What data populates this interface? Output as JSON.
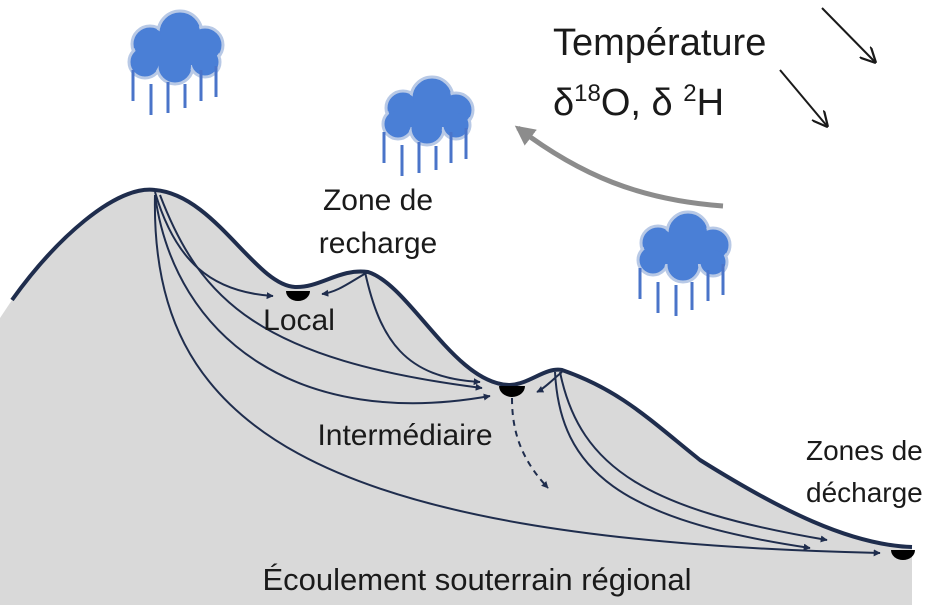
{
  "labels": {
    "temperature": "Température",
    "isotope_delta18o_prefix": "δ",
    "isotope_18": "18",
    "isotope_o": "O, δ ",
    "isotope_2": "2",
    "isotope_h": "H",
    "recharge_line1": "Zone de",
    "recharge_line2": "recharge",
    "local": "Local",
    "intermediate": "Intermédiaire",
    "discharge_line1": "Zones de",
    "discharge_line2": "décharge",
    "regional": "Écoulement souterrain régional"
  },
  "colors": {
    "terrain_fill": "#d9d9d9",
    "terrain_outline": "#1f2d4d",
    "flow_lines": "#1f2d4d",
    "cloud_fill": "#4a7fd6",
    "cloud_outline": "#b8c9e6",
    "rain": "#4a74c9",
    "trajectory_arrow": "#8c8c8c",
    "spring": "#000000"
  },
  "icons": [
    "rain-cloud-icon",
    "rain-cloud-icon",
    "rain-cloud-icon",
    "down-right-arrow-icon",
    "down-right-arrow-icon"
  ]
}
